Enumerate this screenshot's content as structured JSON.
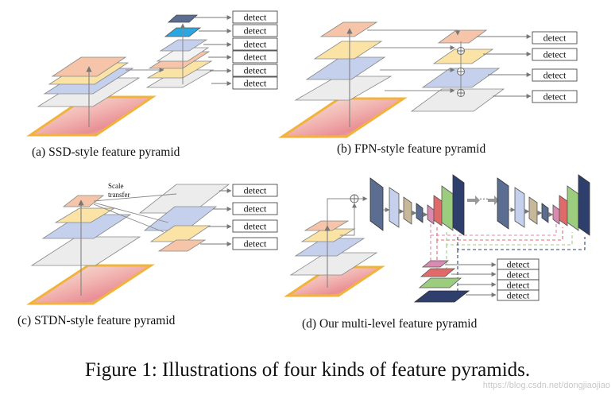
{
  "figure_caption": "Figure 1: Illustrations of four kinds of feature pyramids.",
  "watermark": "https://blog.csdn.net/dongjiaojiao",
  "panels": {
    "ssd": {
      "caption": "(a) SSD-style feature pyramid"
    },
    "fpn": {
      "caption": "(b) FPN-style feature pyramid"
    },
    "stdn": {
      "caption": "(c) STDN-style feature pyramid",
      "scale_transfer_line1": "Scale",
      "scale_transfer_line2": "transfer"
    },
    "ours": {
      "caption": "(d) Our multi-level feature pyramid",
      "ellipsis": "···"
    }
  },
  "detect_label": "detect",
  "colors": {
    "peach": "#f6c4a8",
    "yellow": "#fbe3a6",
    "blue": "#c5d0ec",
    "gray": "#ececec",
    "navy": "#2e3f6e",
    "cyan": "#2aa7e0",
    "image_border": "#f2b33c",
    "green": "#9ccd7e",
    "pink": "#d98ab0",
    "red": "#e06a6a",
    "slate": "#5b6e92",
    "tan": "#c8b89a"
  },
  "icons": [
    "plus-circle-icon",
    "arrow-icon",
    "image-thumbnail-icon"
  ]
}
